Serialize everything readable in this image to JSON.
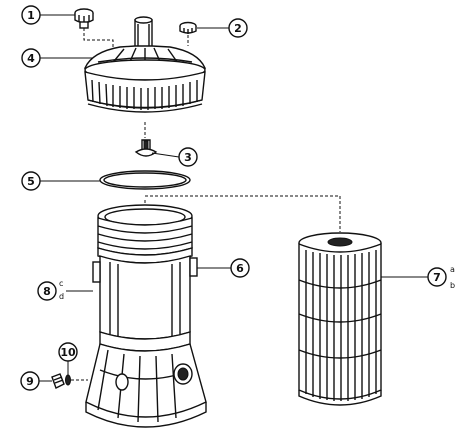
{
  "callouts": [
    {
      "id": "c1",
      "label": "1"
    },
    {
      "id": "c2",
      "label": "2"
    },
    {
      "id": "c3",
      "label": "3"
    },
    {
      "id": "c4",
      "label": "4"
    },
    {
      "id": "c5",
      "label": "5"
    },
    {
      "id": "c6",
      "label": "6"
    },
    {
      "id": "c7",
      "label": "7",
      "sub": [
        "a",
        "b"
      ]
    },
    {
      "id": "c8",
      "label": "8",
      "sub": [
        "c",
        "d"
      ]
    },
    {
      "id": "c9",
      "label": "9"
    },
    {
      "id": "c10",
      "label": "10"
    }
  ]
}
